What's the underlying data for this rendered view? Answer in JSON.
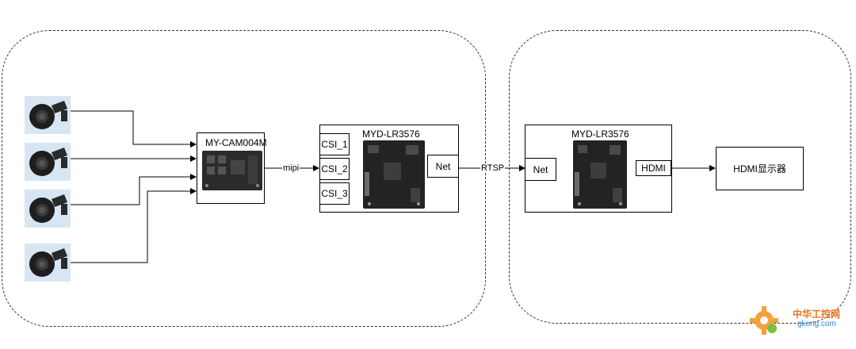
{
  "nodes": {
    "cam_module": "MY-CAM004M",
    "board_left": "MYD-LR3576",
    "board_right": "MYD-LR3576",
    "display": "HDMI显示器"
  },
  "ports": {
    "csi1": "CSI_1",
    "csi2": "CSI_2",
    "csi3": "CSI_3",
    "net_left": "Net",
    "net_right": "Net",
    "hdmi": "HDMI"
  },
  "edges": {
    "mipi": "mipi",
    "rtsp": "RTSP"
  },
  "watermark": {
    "title": "中华工控网",
    "url": "gkong.com"
  },
  "colors": {
    "camera_bg": "#d7e6f2",
    "watermark_orange": "#e8741e",
    "watermark_blue": "#2f7fd0"
  }
}
